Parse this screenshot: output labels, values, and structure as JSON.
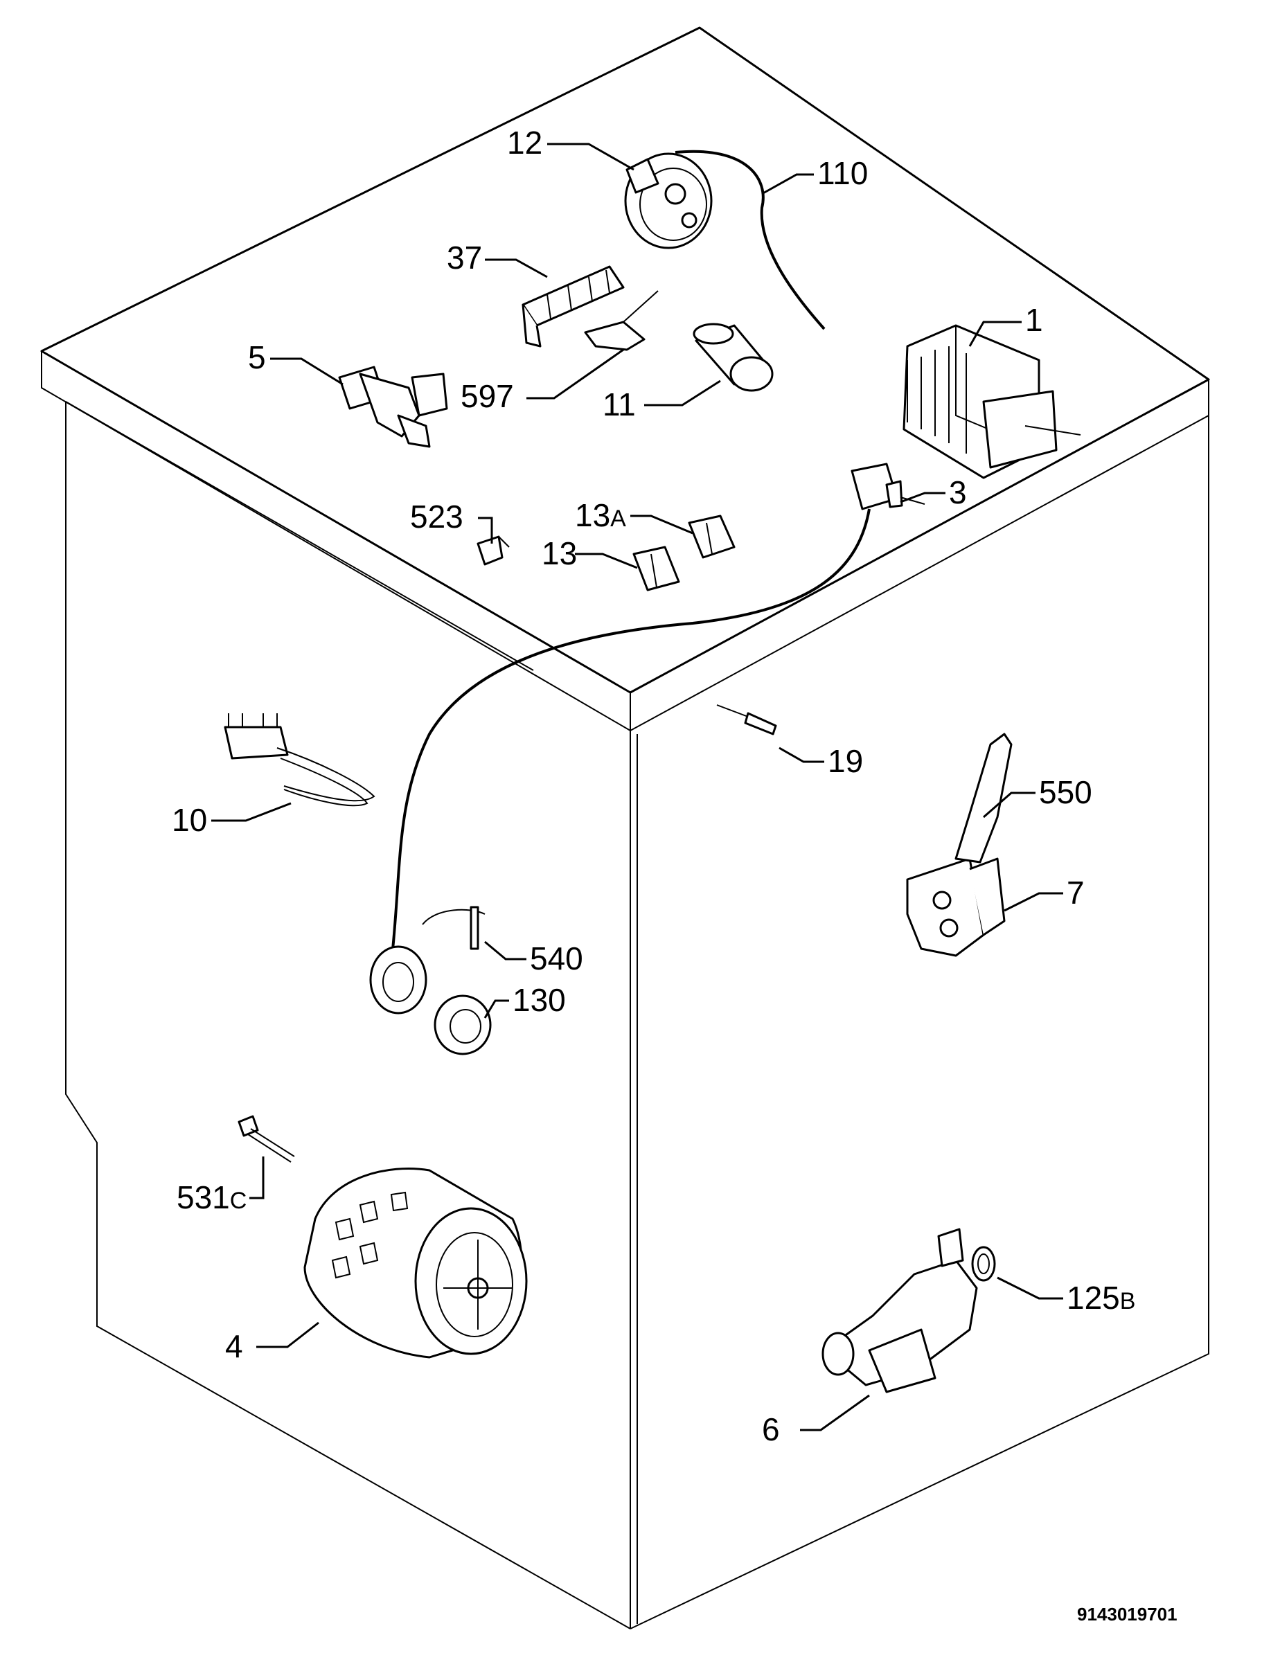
{
  "diagram": {
    "reference_code": "9143019701",
    "labels": {
      "p1": "1",
      "p3": "3",
      "p4": "4",
      "p5": "5",
      "p6": "6",
      "p7": "7",
      "p10": "10",
      "p11": "11",
      "p12": "12",
      "p13": "13",
      "p13a_num": "13",
      "p13a_suffix": "A",
      "p19": "19",
      "p37": "37",
      "p110": "110",
      "p125b_num": "125",
      "p125b_suffix": "B",
      "p130": "130",
      "p523": "523",
      "p531c_num": "531",
      "p531c_suffix": "C",
      "p540": "540",
      "p550": "550",
      "p597": "597"
    }
  }
}
